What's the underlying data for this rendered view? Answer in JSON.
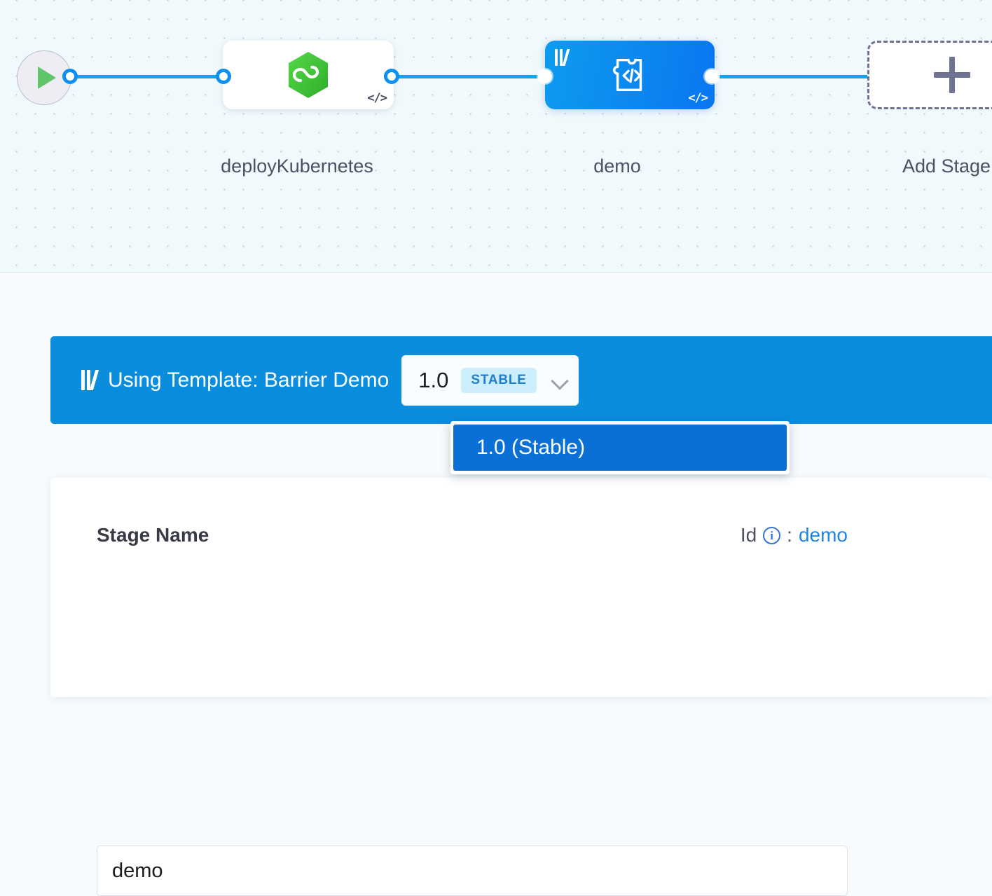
{
  "canvas": {
    "start_node": {
      "icon": "play-icon"
    },
    "stages": [
      {
        "id": "deployKubernetes",
        "label": "deployKubernetes",
        "type": "deployment",
        "icon": "harness-cd-hexagon-icon",
        "corner_icon": "code-icon",
        "style": "white"
      },
      {
        "id": "demo",
        "label": "demo",
        "type": "custom-template",
        "icon": "custom-stage-code-icon",
        "corner_icon": "code-icon",
        "template_icon": "template-library-icon",
        "style": "blue-selected"
      }
    ],
    "add_stage": {
      "label": "Add Stage",
      "icon": "plus-icon"
    }
  },
  "template_banner": {
    "icon": "template-library-icon",
    "text": "Using Template: Barrier Demo",
    "version": "1.0",
    "version_badge": "STABLE",
    "chevron": "chevron-down-icon",
    "options": [
      {
        "label": "1.0 (Stable)",
        "selected": true
      }
    ]
  },
  "stage_form": {
    "name_label": "Stage Name",
    "id_label": "Id",
    "id_info_icon": "info-icon",
    "id_separator": ":",
    "id_value": "demo",
    "name_value": "demo",
    "name_placeholder": "Stage Name"
  },
  "colors": {
    "accent_blue": "#0a8ddd",
    "node_blue_start": "#0d9cef",
    "node_blue_end": "#0a76f0",
    "wire_blue": "#0ba5f0",
    "badge_bg": "#cdeefc",
    "badge_text": "#1d7fd1",
    "dropdown_selected": "#0a70d6",
    "link_blue": "#1d85e8",
    "canvas_bg": "#f0f9fc",
    "panel_bg": "#f7fbfd",
    "play_green": "#5fc46a",
    "hex_green": "#43c93a"
  }
}
